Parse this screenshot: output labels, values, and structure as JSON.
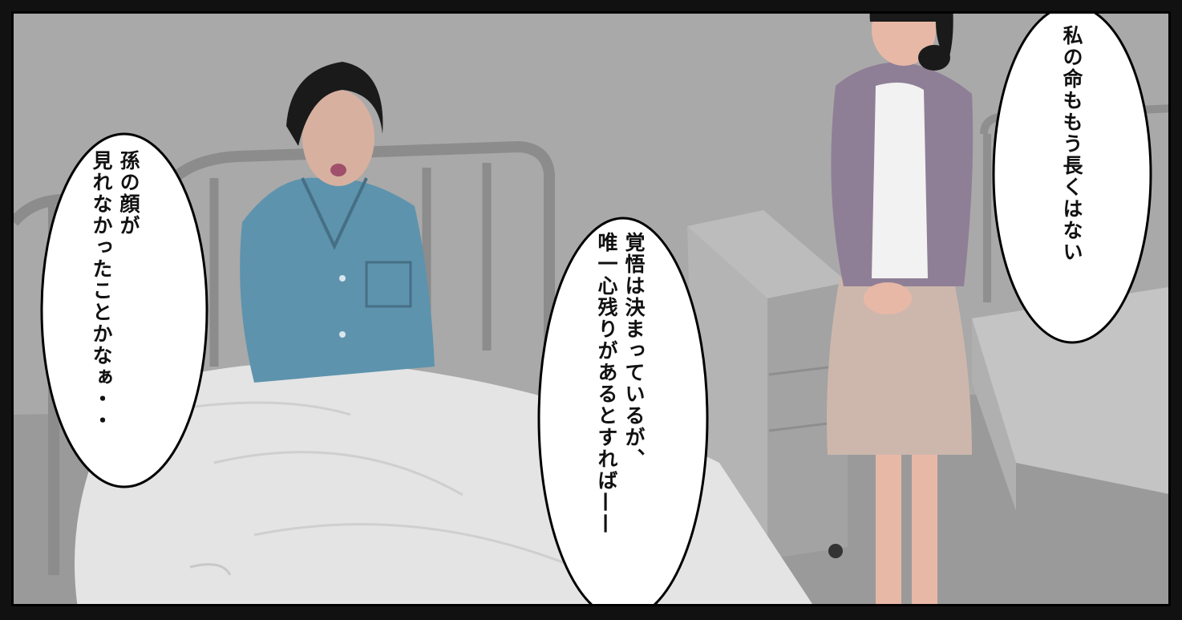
{
  "colors": {
    "wall": "#a6a6a6",
    "floor": "#9c9c9c",
    "bed_frame": "#8a8a8a",
    "sheet": "#e6e6e6",
    "pajama": "#5e93ad",
    "cardigan": "#8f7f96",
    "skirt": "#cdb7ac",
    "skin": "#e8b8a6",
    "hair": "#1a1a1a",
    "bubble_fill": "#ffffff",
    "bubble_stroke": "#000000"
  },
  "bubbles": [
    {
      "id": "left",
      "text": "孫の顔が\n見れなかったことかなぁ・・"
    },
    {
      "id": "center",
      "text": "覚悟は決まっているが、\n唯一心残りがあるとすれば——"
    },
    {
      "id": "right",
      "text": "私の命ももう長くはない"
    }
  ],
  "characters": [
    {
      "id": "elderly-patient",
      "icon": "elderly-man-figure"
    },
    {
      "id": "woman-standing",
      "icon": "woman-figure"
    }
  ]
}
